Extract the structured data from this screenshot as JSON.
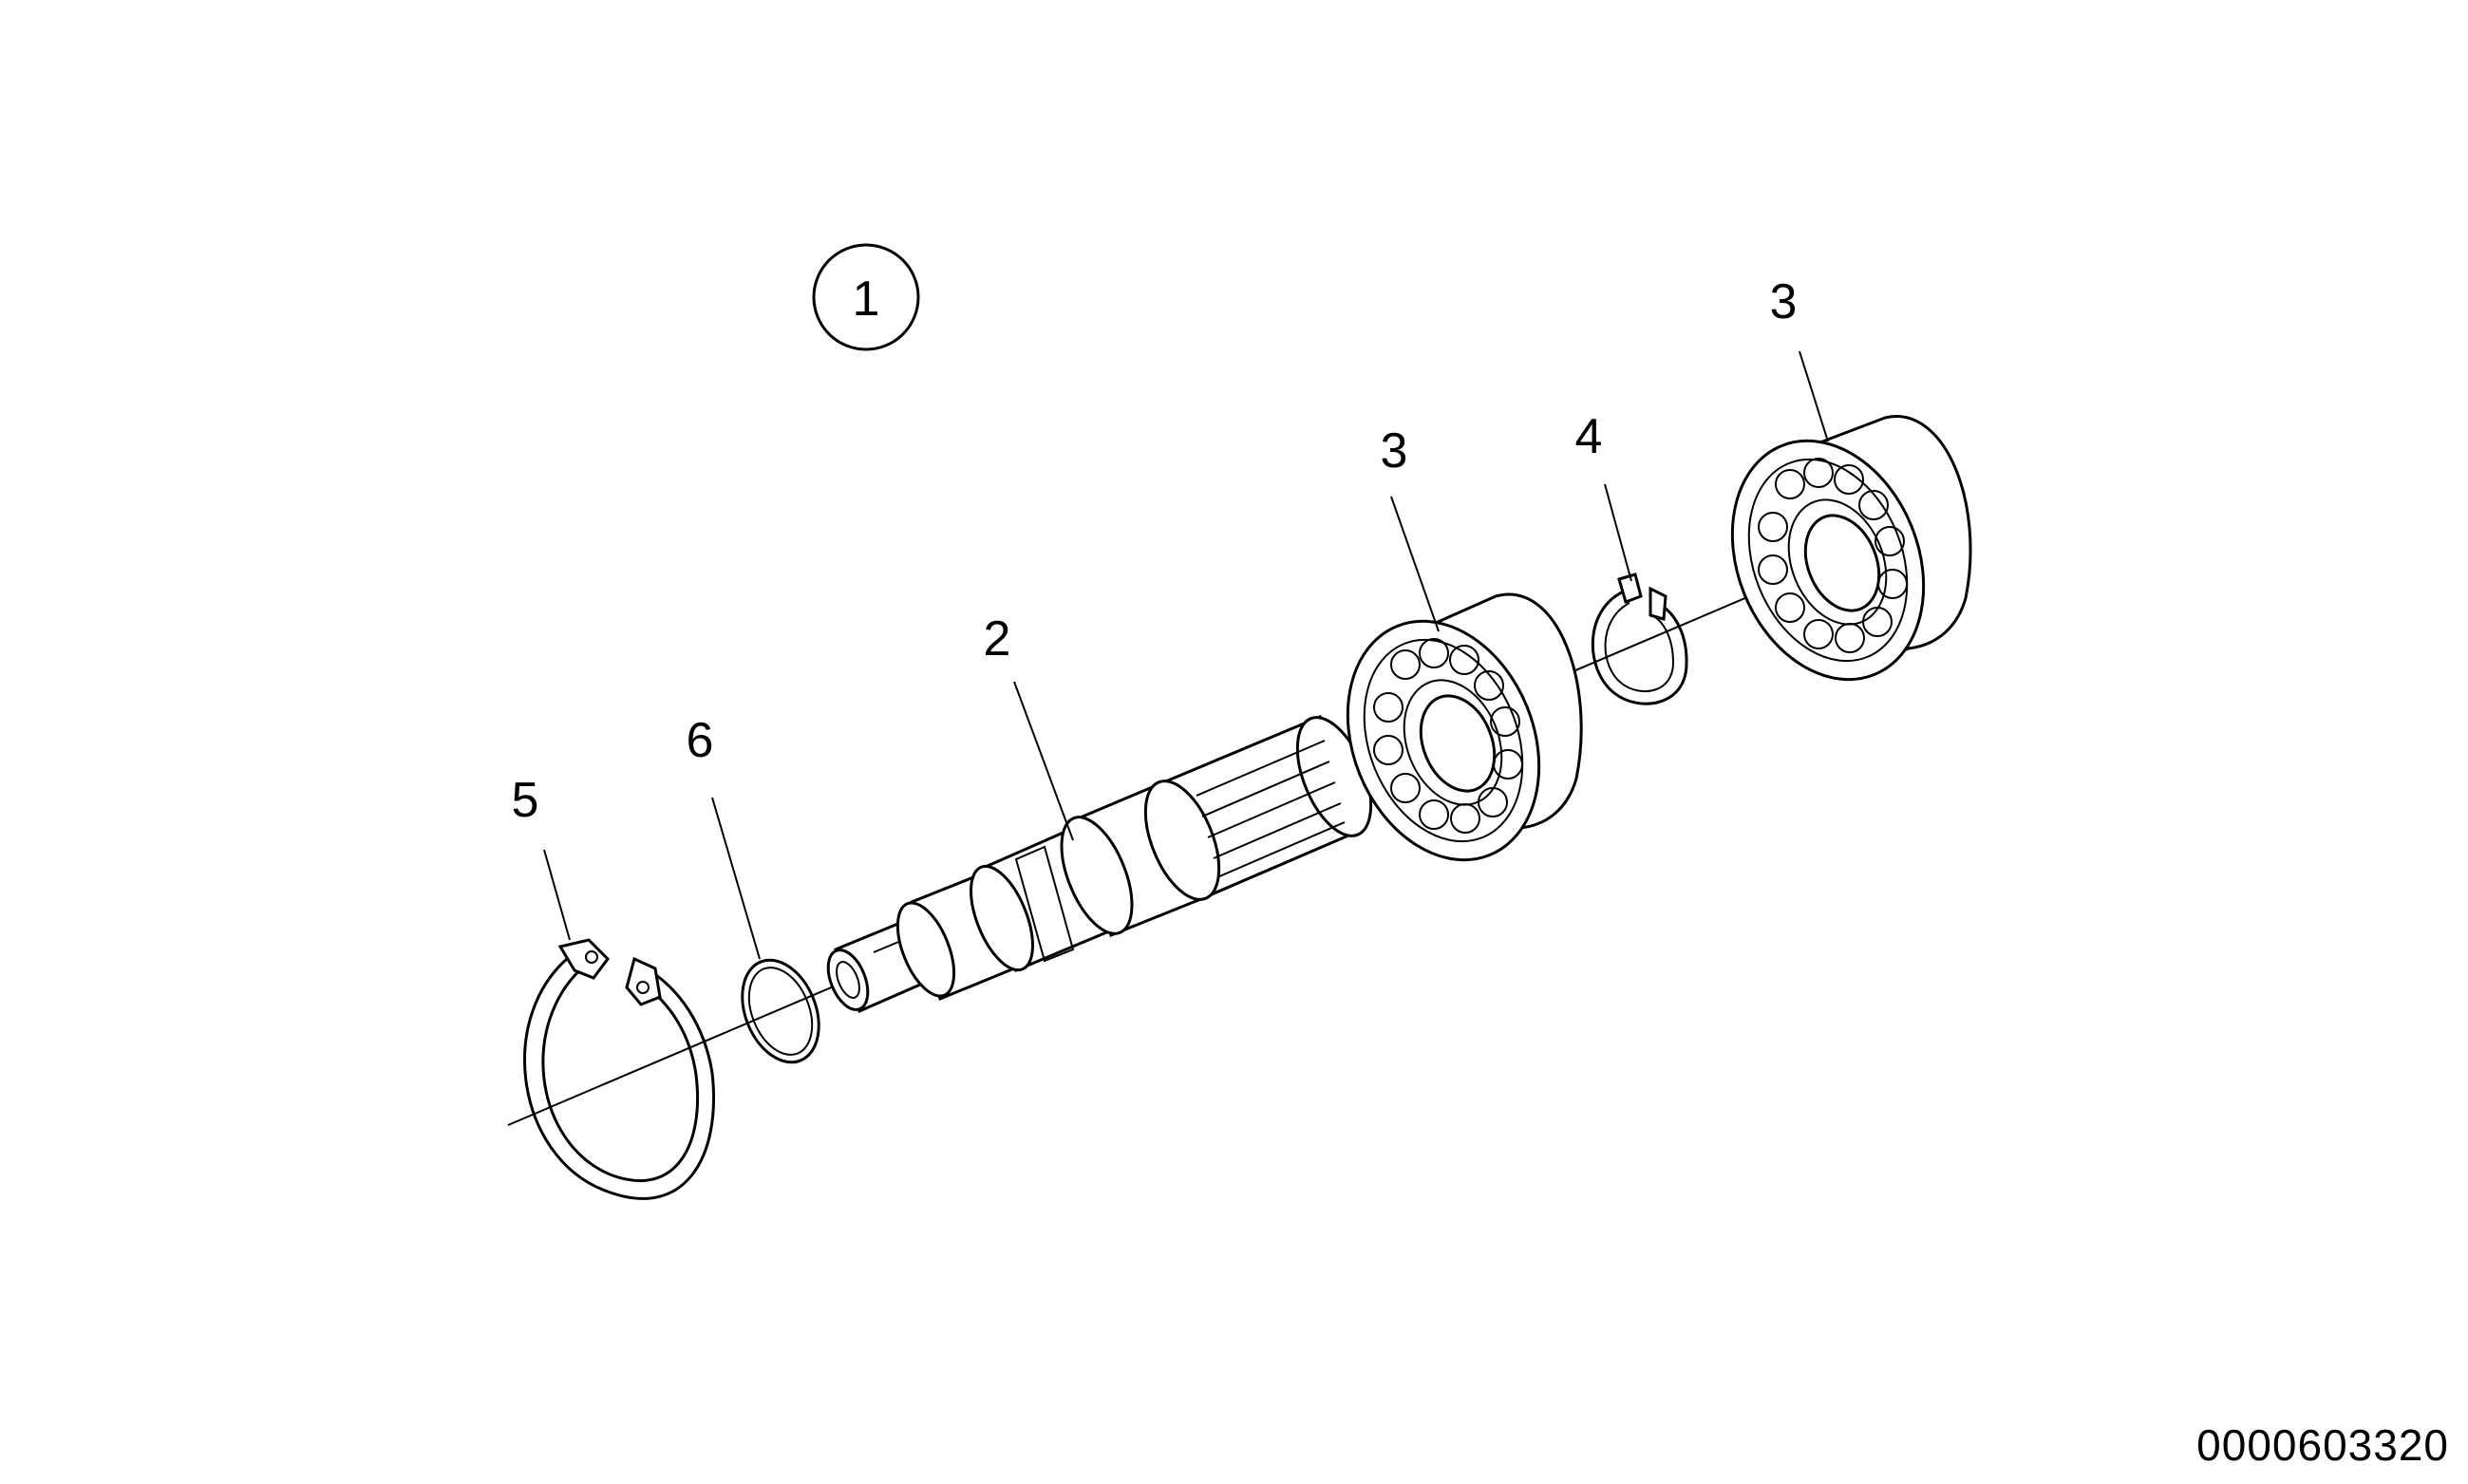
{
  "assembly": {
    "number": "1"
  },
  "callouts": {
    "shaft": "2",
    "bearing_left": "3",
    "bearing_right": "3",
    "circlip_small": "4",
    "retaining_ring_large": "5",
    "o_ring": "6"
  },
  "document_number": "0000603320",
  "colors": {
    "line": "#000000",
    "background": "#ffffff"
  }
}
